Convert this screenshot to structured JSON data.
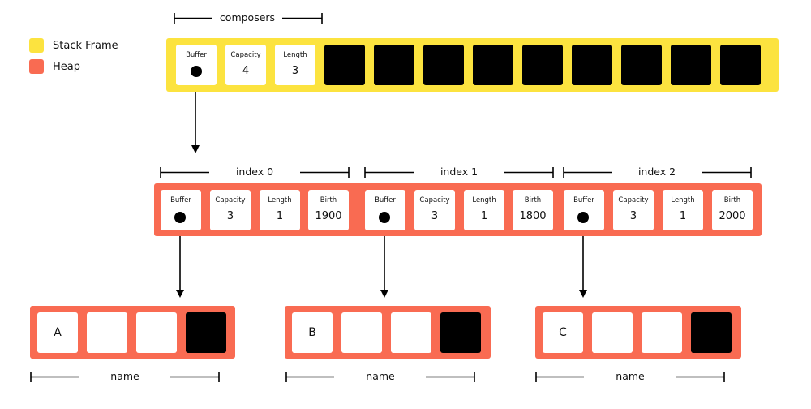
{
  "colors": {
    "stack": "#FCE33F",
    "heap": "#F96B52",
    "cell": "#FFFFFF",
    "unused": "#000000"
  },
  "legend": {
    "stack_label": "Stack Frame",
    "heap_label": "Heap"
  },
  "stack": {
    "bracket_label": "composers",
    "buffer_label": "Buffer",
    "capacity_label": "Capacity",
    "capacity_value": "4",
    "length_label": "Length",
    "length_value": "3"
  },
  "heap_items": [
    {
      "index_label": "index 0",
      "buffer_label": "Buffer",
      "capacity_label": "Capacity",
      "capacity_value": "3",
      "length_label": "Length",
      "length_value": "1",
      "birth_label": "Birth",
      "birth_value": "1900"
    },
    {
      "index_label": "index 1",
      "buffer_label": "Buffer",
      "capacity_label": "Capacity",
      "capacity_value": "3",
      "length_label": "Length",
      "length_value": "1",
      "birth_label": "Birth",
      "birth_value": "1800"
    },
    {
      "index_label": "index 2",
      "buffer_label": "Buffer",
      "capacity_label": "Capacity",
      "capacity_value": "3",
      "length_label": "Length",
      "length_value": "1",
      "birth_label": "Birth",
      "birth_value": "2000"
    }
  ],
  "names": [
    {
      "letter": "A",
      "bracket_label": "name"
    },
    {
      "letter": "B",
      "bracket_label": "name"
    },
    {
      "letter": "C",
      "bracket_label": "name"
    }
  ]
}
